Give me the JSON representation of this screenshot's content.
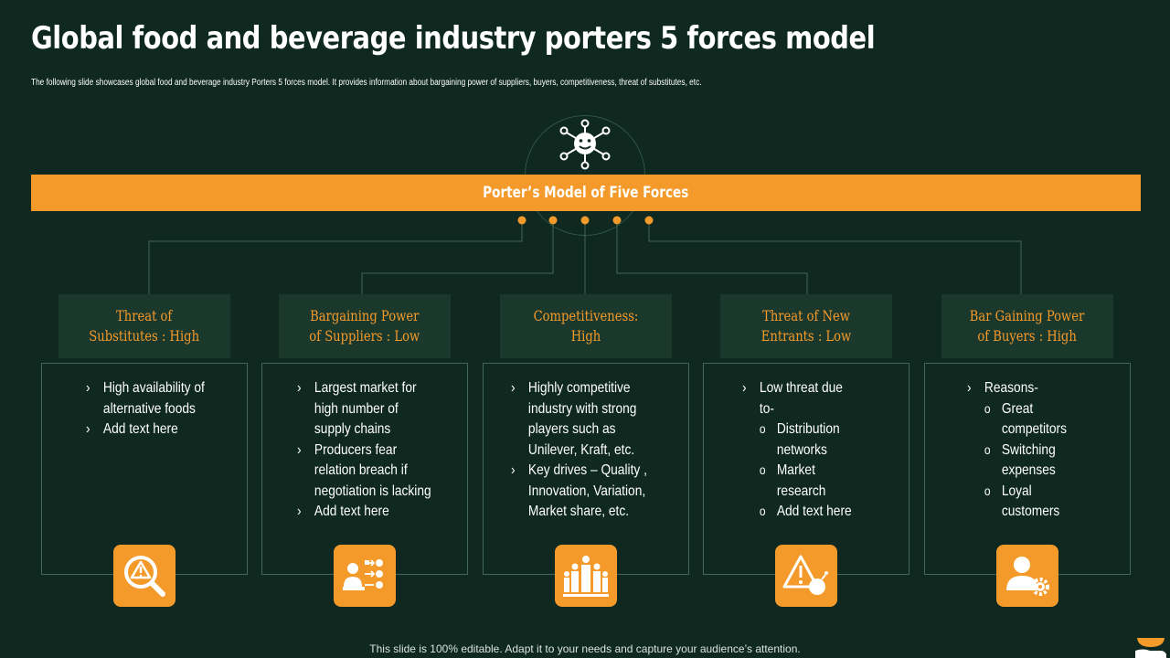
{
  "title": "Global food and beverage industry porters 5 forces model",
  "subtitle": "The following slide showcases global food and beverage industry Porters 5 forces model. It provides information about bargaining power of suppliers, buyers, competitiveness, threat of substitutes, etc.",
  "banner": "Porter’s Model of Five Forces",
  "footer": "This slide is 100% editable. Adapt it to your needs and capture your audience’s attention.",
  "colors": {
    "background": "#0f2820",
    "accent": "#f49a2a",
    "panel": "#1b382d",
    "border": "#43665a"
  },
  "marks": {
    "bullet": "›",
    "sub_bullet": "o"
  },
  "forces": [
    {
      "heading": "Threat of\nSubstitutes : High",
      "icon": "warning-magnifier-icon",
      "bullets": [
        {
          "text": "High availability of\nalternative foods",
          "level": 1
        },
        {
          "text": "Add text here",
          "level": 1
        }
      ]
    },
    {
      "heading": "Bargaining Power\nof Suppliers : Low",
      "icon": "supplier-network-icon",
      "bullets": [
        {
          "text": "Largest market for\nhigh number of\nsupply chains",
          "level": 1
        },
        {
          "text": "Producers fear\nrelation breach if\nnegotiation is lacking",
          "level": 1
        },
        {
          "text": "Add text here",
          "level": 1
        }
      ]
    },
    {
      "heading": "Competitiveness:\nHigh",
      "icon": "competitors-podium-icon",
      "bullets": [
        {
          "text": "Highly competitive\nindustry with strong\nplayers such as\nUnilever, Kraft, etc.",
          "level": 1
        },
        {
          "text": "Key drives – Quality ,\nInnovation, Variation,\nMarket share, etc.",
          "level": 1
        }
      ]
    },
    {
      "heading": "Threat of New\nEntrants : Low",
      "icon": "warning-bomb-icon",
      "bullets": [
        {
          "text": "Low threat due\nto-",
          "level": 1
        },
        {
          "text": "Distribution\nnetworks",
          "level": 2
        },
        {
          "text": "Market\nresearch",
          "level": 2
        },
        {
          "text": "Add text here",
          "level": 2
        }
      ]
    },
    {
      "heading": "Bar Gaining Power\nof Buyers : High",
      "icon": "buyer-gear-icon",
      "bullets": [
        {
          "text": "Reasons-",
          "level": 1
        },
        {
          "text": "Great\ncompetitors",
          "level": 2
        },
        {
          "text": "Switching\nexpenses",
          "level": 2
        },
        {
          "text": "Loyal\ncustomers",
          "level": 2
        }
      ]
    }
  ]
}
